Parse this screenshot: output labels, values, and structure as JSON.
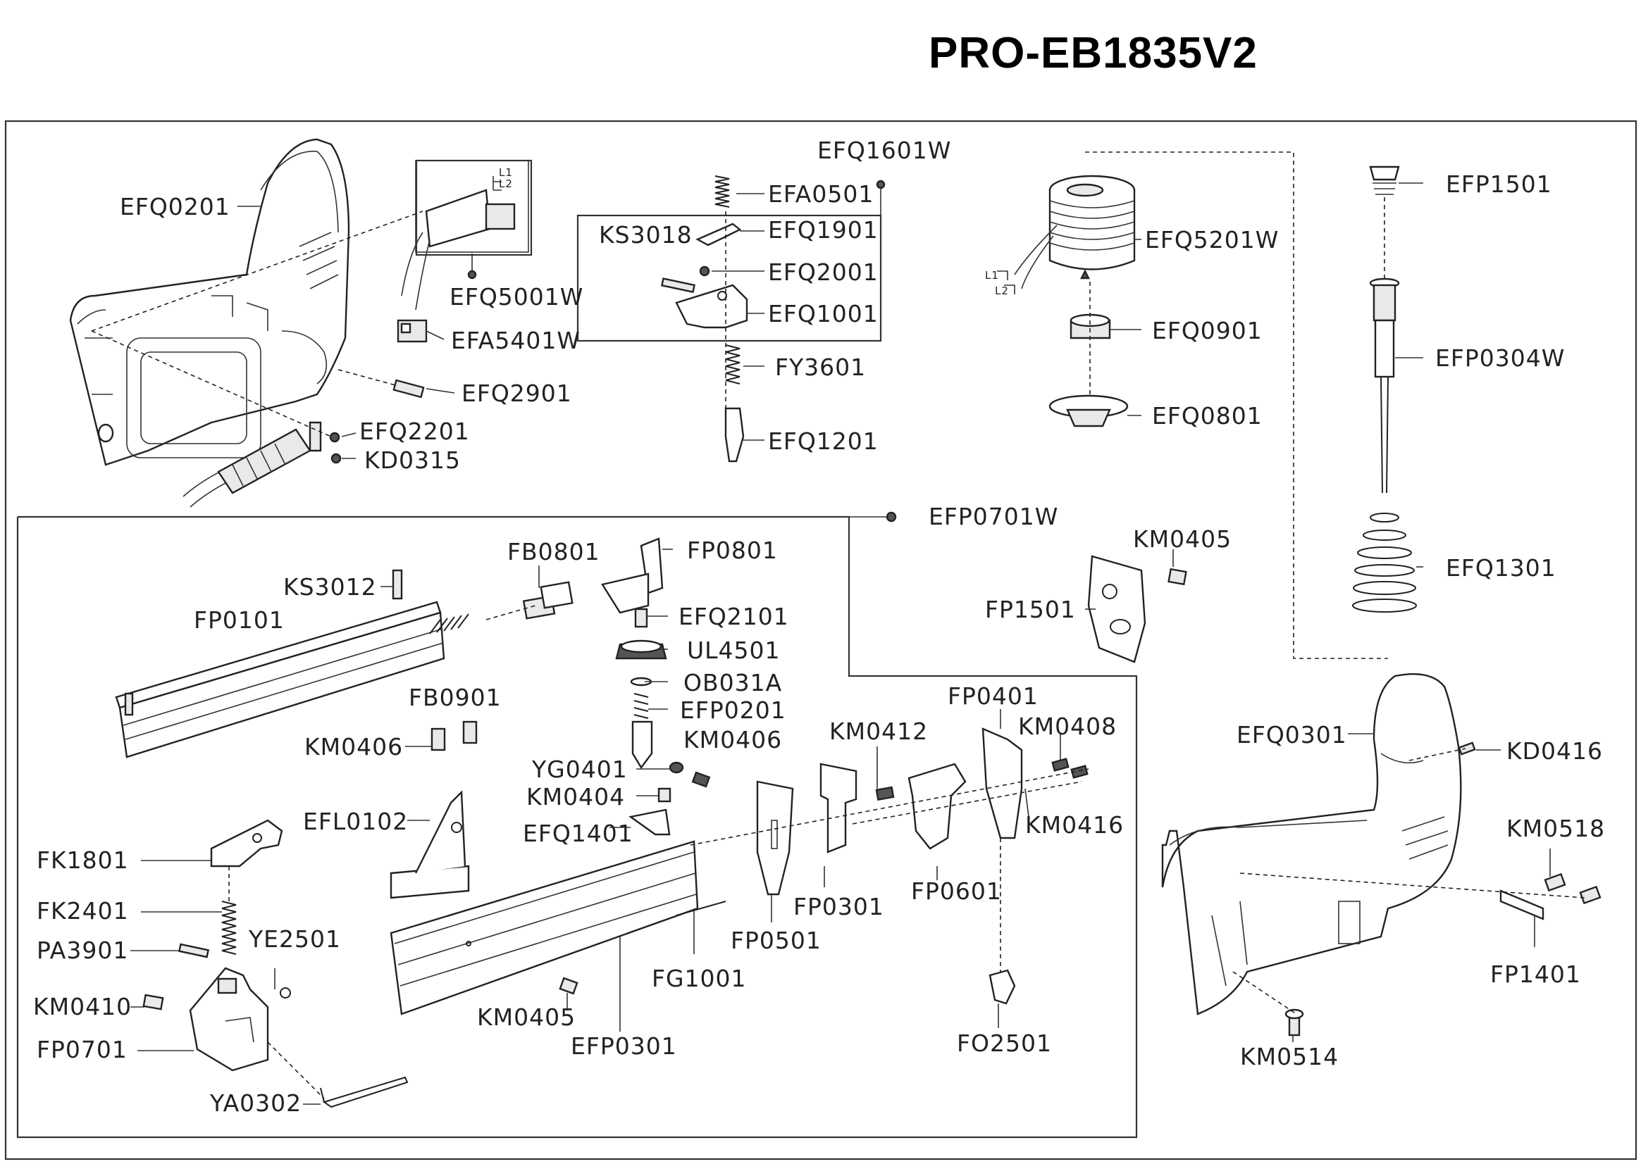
{
  "title": "PRO-EB1835V2",
  "labels": {
    "EFQ0201": "EFQ0201",
    "EFQ5001W": "EFQ5001W",
    "EFA5401W": "EFA5401W",
    "EFQ2901": "EFQ2901",
    "EFQ2201": "EFQ2201",
    "KD0315": "KD0315",
    "EFQ1601W": "EFQ1601W",
    "EFA0501": "EFA0501",
    "KS3018": "KS3018",
    "EFQ1901": "EFQ1901",
    "EFQ2001": "EFQ2001",
    "EFQ1001": "EFQ1001",
    "FY3601": "FY3601",
    "EFQ1201": "EFQ1201",
    "EFQ5201W": "EFQ5201W",
    "EFQ0901": "EFQ0901",
    "EFQ0801": "EFQ0801",
    "EFP1501": "EFP1501",
    "EFP0304W": "EFP0304W",
    "EFQ1301": "EFQ1301",
    "EFP0701W": "EFP0701W",
    "KM0405_top": "KM0405",
    "FP1501": "FP1501",
    "FB0801": "FB0801",
    "FP0801": "FP0801",
    "KS3012": "KS3012",
    "FP0101": "FP0101",
    "EFQ2101": "EFQ2101",
    "UL4501": "UL4501",
    "OB031A": "OB031A",
    "FB0901": "FB0901",
    "EFP0201": "EFP0201",
    "FP0401": "FP0401",
    "KM0408": "KM0408",
    "KM0406_left": "KM0406",
    "KM0406_mid": "KM0406",
    "KM0412": "KM0412",
    "YG0401": "YG0401",
    "KM0404": "KM0404",
    "EFL0102": "EFL0102",
    "EFQ1401": "EFQ1401",
    "KM0416": "KM0416",
    "FK1801": "FK1801",
    "FP0601": "FP0601",
    "FP0301": "FP0301",
    "FK2401": "FK2401",
    "YE2501": "YE2501",
    "PA3901": "PA3901",
    "FP0501": "FP0501",
    "FG1001": "FG1001",
    "KM0410": "KM0410",
    "KM0405_bot": "KM0405",
    "FP0701": "FP0701",
    "EFP0301": "EFP0301",
    "FO2501": "FO2501",
    "YA0302": "YA0302",
    "EFQ0301": "EFQ0301",
    "KD0416": "KD0416",
    "KM0518": "KM0518",
    "FP1401": "FP1401",
    "KM0514": "KM0514",
    "L1": "L1",
    "L2": "L2",
    "L1b": "L1",
    "L2b": "L2"
  }
}
